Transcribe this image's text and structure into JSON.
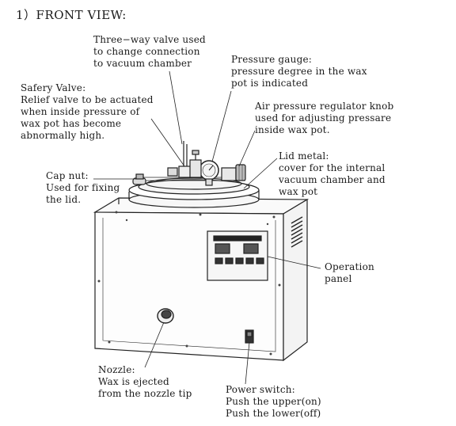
{
  "title": "1）FRONT VIEW:",
  "callouts": {
    "three_way_valve": [
      "Three−way valve used",
      "to change connection",
      "to vacuum chamber"
    ],
    "pressure_gauge": [
      "Pressure gauge:",
      "pressure degree in the wax",
      "pot is indicated"
    ],
    "safety_valve": [
      "Safery Valve:",
      "Relief valve to be actuated",
      "when inside pressure of",
      "wax pot has become",
      "abnormally high."
    ],
    "air_regulator": [
      "Air pressure regulator knob",
      "used for adjusting pressare",
      "inside wax pot."
    ],
    "lid_metal": [
      "Lid metal:",
      "cover for the internal",
      "vacuum chamber and",
      "wax pot"
    ],
    "cap_nut": [
      "Cap nut:",
      "Used for fixing",
      "the lid."
    ],
    "operation_panel": [
      "Operation",
      "panel"
    ],
    "nozzle": [
      "Nozzle:",
      "Wax is ejected",
      "from the nozzle tip"
    ],
    "power_switch": [
      "Power switch:",
      "Push the upper(on)",
      "Push the lower(off)"
    ]
  }
}
